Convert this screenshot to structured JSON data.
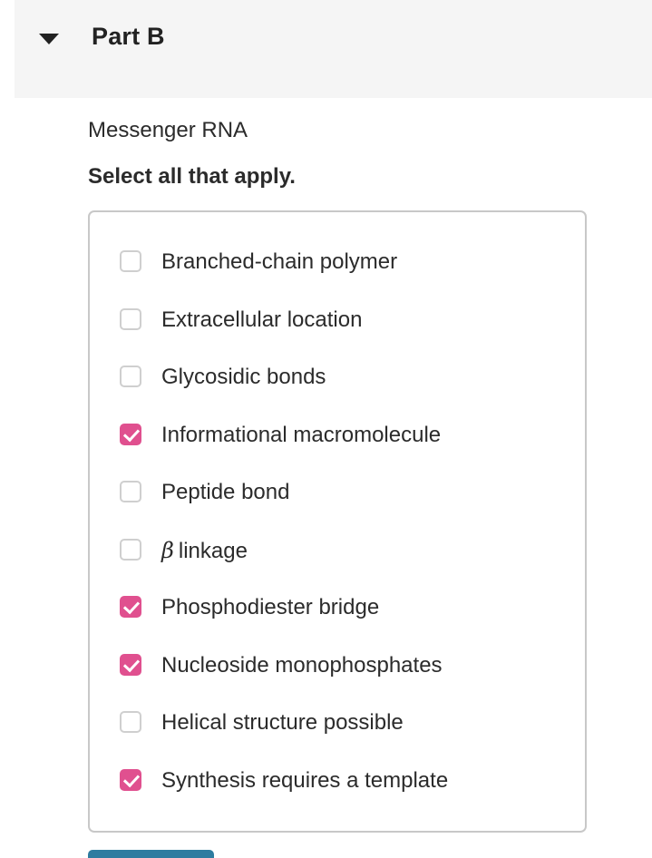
{
  "part": {
    "title": "Part B",
    "collapse_icon": "caret-down-icon"
  },
  "question": {
    "subject": "Messenger RNA",
    "instruction": "Select all that apply."
  },
  "options": [
    {
      "label": "Branched-chain polymer",
      "checked": false
    },
    {
      "label": "Extracellular location",
      "checked": false
    },
    {
      "label": "Glycosidic bonds",
      "checked": false
    },
    {
      "label": "Informational macromolecule",
      "checked": true
    },
    {
      "label": "Peptide bond",
      "checked": false
    },
    {
      "label": "linkage",
      "prefix": "β",
      "checked": false
    },
    {
      "label": "Phosphodiester bridge",
      "checked": true
    },
    {
      "label": "Nucleoside monophosphates",
      "checked": true
    },
    {
      "label": "Helical structure possible",
      "checked": false
    },
    {
      "label": "Synthesis requires a template",
      "checked": true
    }
  ],
  "colors": {
    "checked": "#e0508f",
    "button": "#2e7ca0",
    "header_bg": "#f5f5f5"
  }
}
